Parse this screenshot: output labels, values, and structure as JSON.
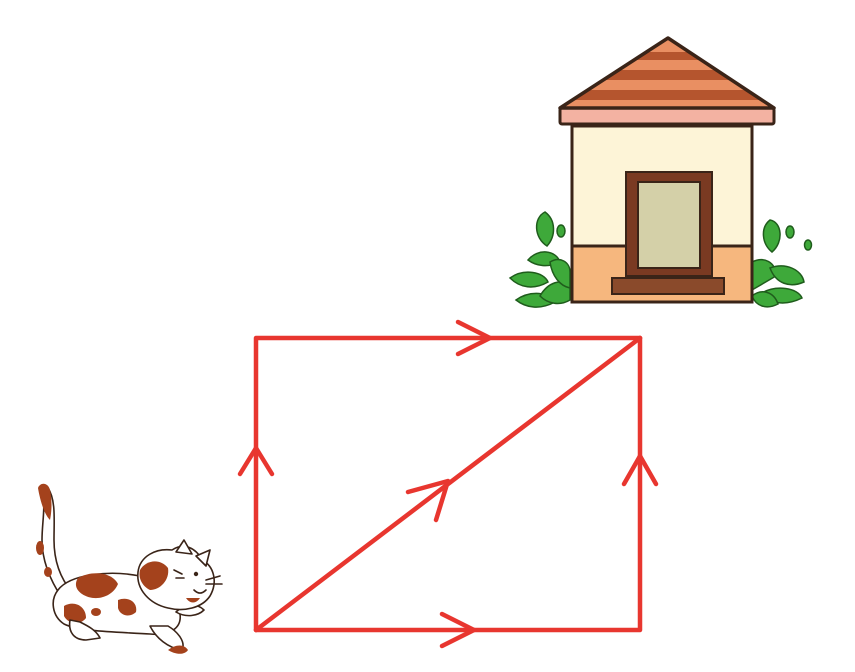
{
  "scene": {
    "background": "#ffffff",
    "objects": [
      {
        "name": "cat",
        "role": "start"
      },
      {
        "name": "house",
        "role": "destination"
      }
    ]
  },
  "colors": {
    "path": "#e8362f",
    "roof_dark": "#b5552e",
    "roof_light": "#e98f62",
    "eave": "#f3b2a2",
    "wall": "#fdf4d7",
    "wall_base": "#f6b77e",
    "door_frame": "#7a3a22",
    "door_panel": "#d4d0a8",
    "step": "#8a4a2b",
    "bush": "#3ea93a",
    "outline": "#3a2418",
    "cat_body": "#ffffff",
    "cat_patch": "#a4421c"
  },
  "routes": [
    {
      "name": "route-top",
      "via": "up-left-side-then-along-top",
      "arrows": [
        "up",
        "right"
      ]
    },
    {
      "name": "route-diagonal",
      "via": "straight-diagonal",
      "arrows": [
        "up-right"
      ]
    },
    {
      "name": "route-bottom",
      "via": "along-bottom-then-up-right-side",
      "arrows": [
        "right",
        "up"
      ]
    }
  ]
}
